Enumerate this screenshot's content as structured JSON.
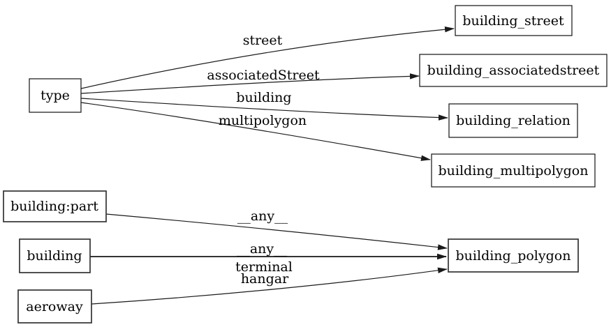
{
  "diagram": {
    "type": "directed-graph",
    "colors": {
      "background": "#ffffff",
      "node_fill": "#ffffff",
      "node_border": "#1a1a1a",
      "edge_line": "#1a1a1a",
      "text": "#000000"
    },
    "nodes": [
      {
        "id": "type",
        "label": "type"
      },
      {
        "id": "building_street",
        "label": "building_street"
      },
      {
        "id": "building_associatedstreet",
        "label": "building_associatedstreet"
      },
      {
        "id": "building_relation",
        "label": "building_relation"
      },
      {
        "id": "building_multipolygon",
        "label": "building_multipolygon"
      },
      {
        "id": "building:part",
        "label": "building:part"
      },
      {
        "id": "building",
        "label": "building"
      },
      {
        "id": "aeroway",
        "label": "aeroway"
      },
      {
        "id": "building_polygon",
        "label": "building_polygon"
      }
    ],
    "edges": [
      {
        "from": "type",
        "to": "building_street",
        "label": "street"
      },
      {
        "from": "type",
        "to": "building_associatedstreet",
        "label": "associatedStreet"
      },
      {
        "from": "type",
        "to": "building_relation",
        "label": "building"
      },
      {
        "from": "type",
        "to": "building_multipolygon",
        "label": "multipolygon"
      },
      {
        "from": "building:part",
        "to": "building_polygon",
        "label": "__any__"
      },
      {
        "from": "building",
        "to": "building_polygon",
        "label": "__any__"
      },
      {
        "from": "aeroway",
        "to": "building_polygon",
        "label": "terminal",
        "label2": "hangar"
      }
    ]
  }
}
